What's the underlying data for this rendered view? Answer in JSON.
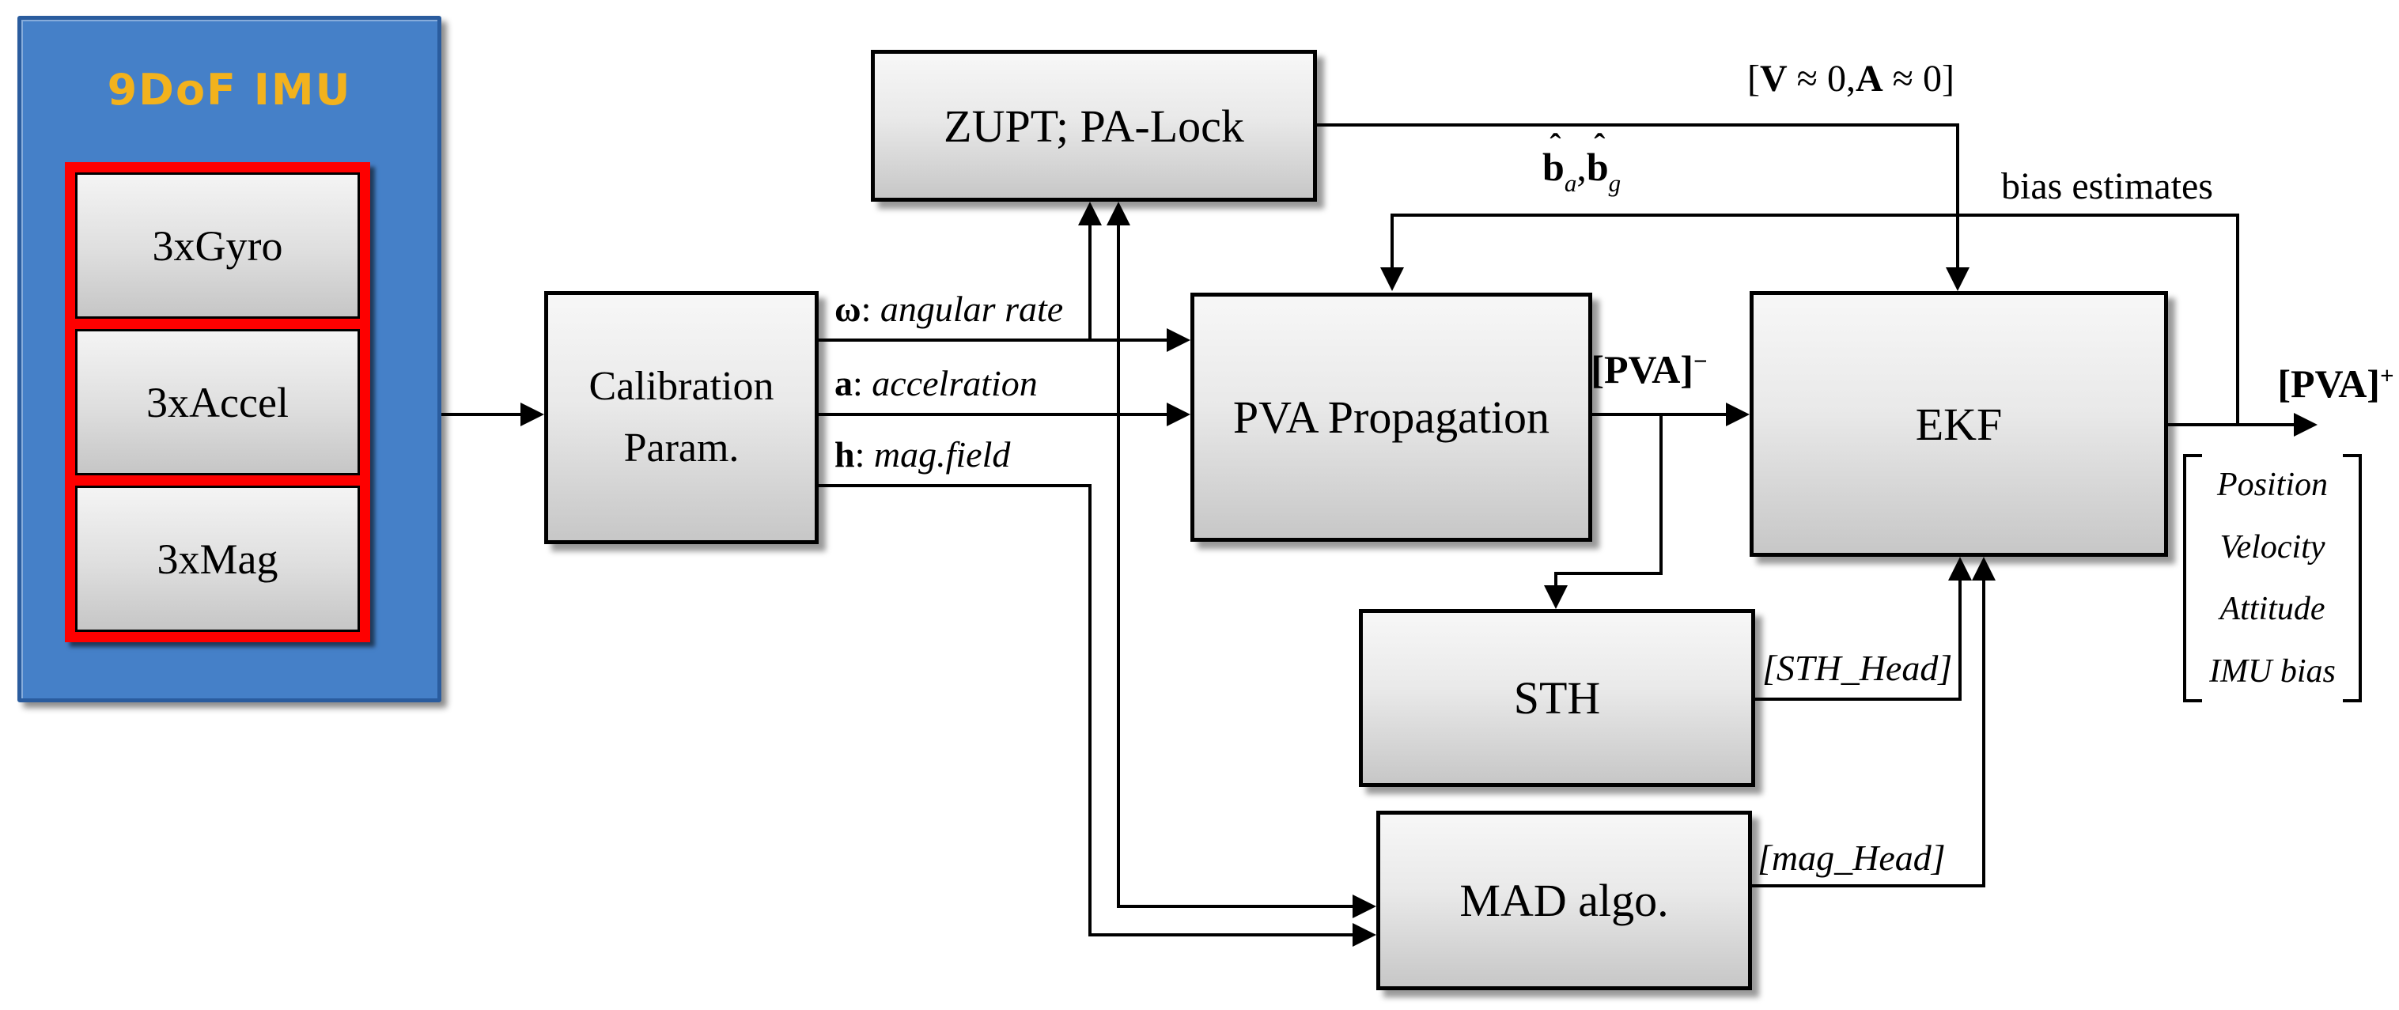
{
  "diagram": {
    "imu": {
      "title": "9DoF IMU",
      "sensors": [
        "3xGyro",
        "3xAccel",
        "3xMag"
      ]
    },
    "nodes": {
      "calibration_line1": "Calibration",
      "calibration_line2": "Param.",
      "zupt": "ZUPT; PA-Lock",
      "pva": "PVA Propagation",
      "ekf": "EKF",
      "sth": "STH",
      "mad": "MAD algo."
    },
    "signals": {
      "omega": {
        "sym": "ω",
        "colon": ":",
        "desc": "angular rate"
      },
      "accel": {
        "sym": "a",
        "colon": ":",
        "desc": "accelration"
      },
      "mag": {
        "sym": "h",
        "colon": ":",
        "desc": "mag.field"
      }
    },
    "labels": {
      "zupt_condition": {
        "open": "[",
        "v_sym": "V",
        "v_rest": " ≈ 0,",
        "a_sym": "A",
        "a_rest": " ≈ 0",
        "close": "]"
      },
      "bias_hats": {
        "b1": "b",
        "hat1": "ˆ",
        "sub1": "a",
        "comma": ",",
        "b2": "b",
        "hat2": "ˆ",
        "sub2": "g"
      },
      "bias_estimates": "bias estimates",
      "pva_minus": {
        "body": "[PVA]",
        "sup": "−"
      },
      "pva_plus": {
        "body": "[PVA]",
        "sup": "+"
      },
      "sth_head": "[STH_Head]",
      "mag_head": "[mag_Head]"
    },
    "output_vector": {
      "rows": [
        "Position",
        "Velocity",
        "Attitude",
        "IMU bias"
      ]
    },
    "colors": {
      "panel_blue": "#4580C8",
      "title_gold": "#F2B21D",
      "sensor_red": "#FE0000",
      "line_black": "#000000",
      "box_gray_top": "#F7F7F7",
      "box_gray_bottom": "#C7C7C7"
    }
  }
}
